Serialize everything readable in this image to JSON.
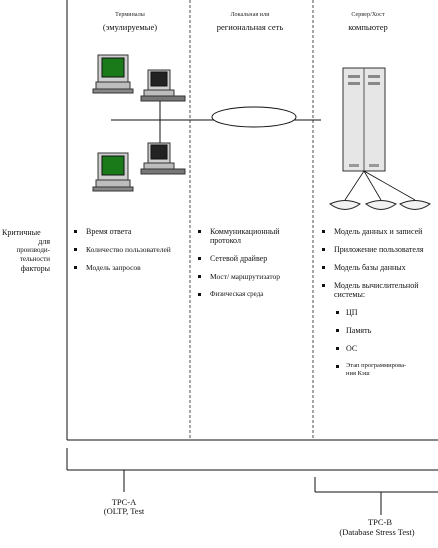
{
  "headers": {
    "col1": {
      "top": "Терминалы",
      "main": "(эмулируемые)"
    },
    "col2": {
      "top": "Локальная или",
      "main": "региональная сеть"
    },
    "col3": {
      "top": "Сервер/Хост",
      "main": "компьютер"
    }
  },
  "left_label": [
    "Критичные",
    "для",
    "производи-",
    "тельности",
    "факторы"
  ],
  "col1_items": [
    "Время ответа",
    "Количество пользователей",
    "Модель запросов"
  ],
  "col2_items": [
    "Коммуникационный протокол",
    "Сетевой драйвер",
    "Мост/ маршрутизатор",
    "Физическая среда"
  ],
  "col3_items": [
    "Модель данных и записей",
    "Приложение пользователя",
    "Модель базы данных",
    "Модель вычислительной системы:"
  ],
  "col3_subitems": [
    "ЦП",
    "Память",
    "ОС",
    "Этап программирова-ния Кэш"
  ],
  "bottom": {
    "tpca_title": "TPC-A",
    "tpca_sub": "(OLTP, Test",
    "tpcb_title": "TPC-B",
    "tpcb_sub": "(Database Stress Test)"
  }
}
